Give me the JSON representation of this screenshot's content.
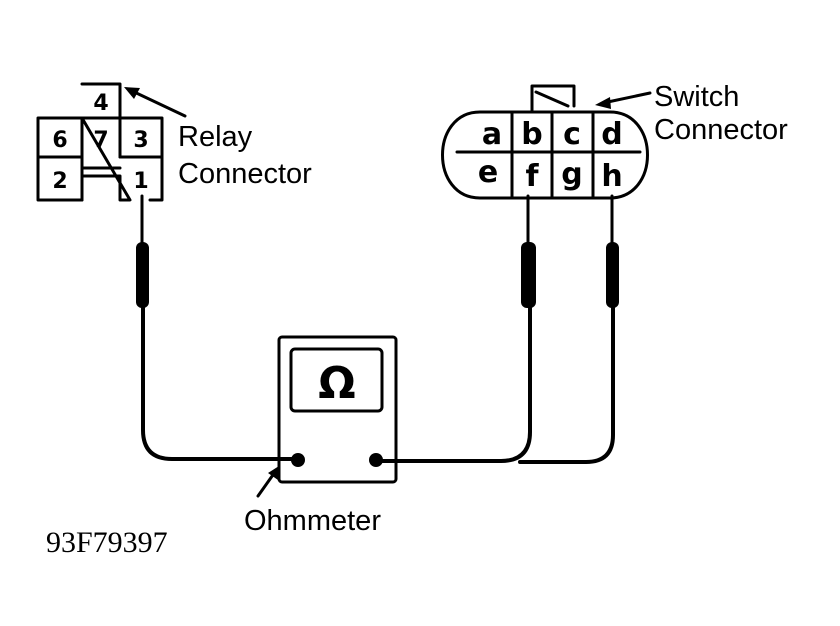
{
  "diagram": {
    "figure_code": "93F79397",
    "relay_connector": {
      "label_line1": "Relay",
      "label_line2": "Connector",
      "pins": [
        "4",
        "6",
        "7",
        "3",
        "2",
        "1"
      ],
      "probed_pin": "1"
    },
    "switch_connector": {
      "label_line1": "Switch",
      "label_line2": "Connector",
      "pins": [
        "a",
        "b",
        "c",
        "d",
        "e",
        "f",
        "g",
        "h"
      ],
      "probed_pins": [
        "f",
        "h"
      ]
    },
    "meter": {
      "label": "Ohmmeter",
      "symbol": "Ω",
      "icon": "ohm-symbol-icon"
    }
  }
}
